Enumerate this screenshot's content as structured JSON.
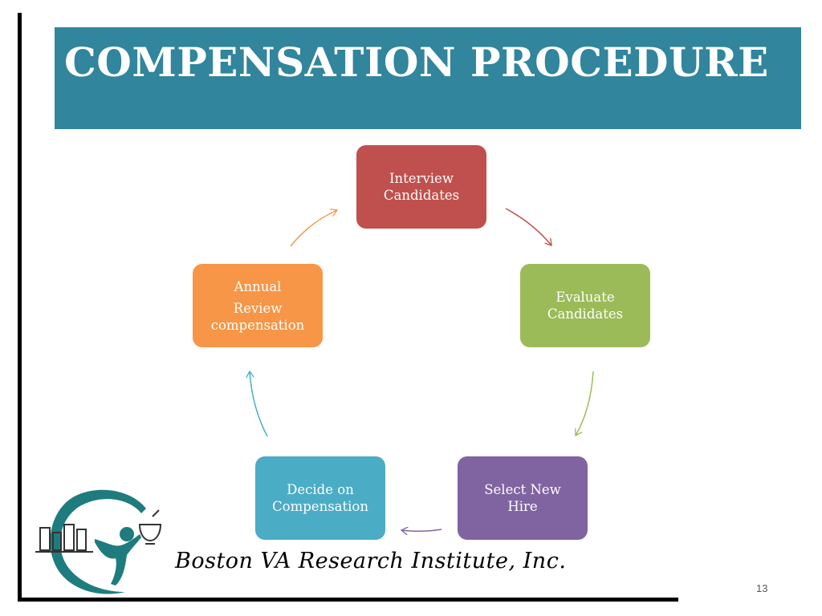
{
  "slide": {
    "title": "COMPENSATION PROCEDURE",
    "page_number": "13",
    "organization": "Boston VA Research Institute, Inc."
  },
  "colors": {
    "banner": "#31859c",
    "interview": "#c0504d",
    "evaluate": "#9bbb59",
    "select": "#8064a2",
    "decide": "#4bacc6",
    "annual": "#f79646",
    "logo_teal": "#1f7c7e"
  },
  "cycle": {
    "steps": [
      {
        "id": "interview",
        "lines": [
          "Interview",
          "Candidates"
        ]
      },
      {
        "id": "evaluate",
        "lines": [
          "Evaluate",
          "Candidates"
        ]
      },
      {
        "id": "select",
        "lines": [
          "Select New",
          "Hire"
        ]
      },
      {
        "id": "decide",
        "lines": [
          "Decide on",
          "Compensation"
        ]
      },
      {
        "id": "annual",
        "lines": [
          "Annual",
          "Review",
          "compensation"
        ]
      }
    ]
  },
  "logo": {
    "icon": "bvari-logo-icon"
  }
}
